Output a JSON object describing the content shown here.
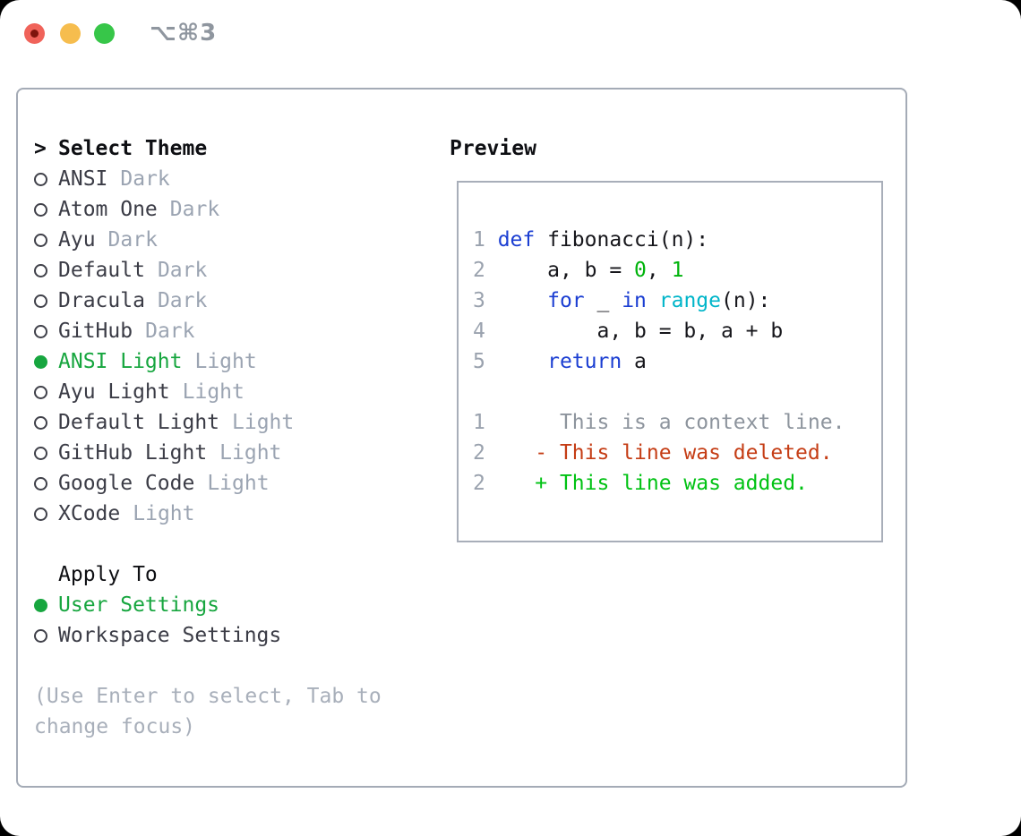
{
  "window": {
    "title": "⌥⌘3"
  },
  "theme_list": {
    "prompt": ">",
    "header": "Select Theme",
    "items": [
      {
        "name": "ANSI",
        "variant": "Dark",
        "selected": false
      },
      {
        "name": "Atom One",
        "variant": "Dark",
        "selected": false
      },
      {
        "name": "Ayu",
        "variant": "Dark",
        "selected": false
      },
      {
        "name": "Default",
        "variant": "Dark",
        "selected": false
      },
      {
        "name": "Dracula",
        "variant": "Dark",
        "selected": false
      },
      {
        "name": "GitHub",
        "variant": "Dark",
        "selected": false
      },
      {
        "name": "ANSI Light",
        "variant": "Light",
        "selected": true
      },
      {
        "name": "Ayu Light",
        "variant": "Light",
        "selected": false
      },
      {
        "name": "Default Light",
        "variant": "Light",
        "selected": false
      },
      {
        "name": "GitHub Light",
        "variant": "Light",
        "selected": false
      },
      {
        "name": "Google Code",
        "variant": "Light",
        "selected": false
      },
      {
        "name": "XCode",
        "variant": "Light",
        "selected": false
      }
    ]
  },
  "apply_to": {
    "header": "Apply To",
    "options": [
      {
        "label": "User Settings",
        "selected": true
      },
      {
        "label": "Workspace Settings",
        "selected": false
      }
    ]
  },
  "hint": "(Use Enter to select, Tab to change focus)",
  "preview": {
    "header": "Preview",
    "lines": [
      {
        "num": "1",
        "segments": [
          [
            "kw",
            "def"
          ],
          [
            "tx",
            " fibonacci(n):"
          ]
        ]
      },
      {
        "num": "2",
        "segments": [
          [
            "tx",
            "    a, b = "
          ],
          [
            "num",
            "0"
          ],
          [
            "tx",
            ", "
          ],
          [
            "num",
            "1"
          ]
        ]
      },
      {
        "num": "3",
        "segments": [
          [
            "tx",
            "    "
          ],
          [
            "kw",
            "for"
          ],
          [
            "tx",
            " _ "
          ],
          [
            "kw",
            "in"
          ],
          [
            "tx",
            " "
          ],
          [
            "fn",
            "range"
          ],
          [
            "tx",
            "(n):"
          ]
        ]
      },
      {
        "num": "4",
        "segments": [
          [
            "tx",
            "        a, b = b, a + b"
          ]
        ]
      },
      {
        "num": "5",
        "segments": [
          [
            "tx",
            "    "
          ],
          [
            "kw",
            "return"
          ],
          [
            "tx",
            " a"
          ]
        ]
      },
      {
        "num": "",
        "segments": []
      },
      {
        "num": "1",
        "segments": [
          [
            "ctx",
            "     This is a context line."
          ]
        ]
      },
      {
        "num": "2",
        "segments": [
          [
            "del",
            "   - This line was deleted."
          ]
        ]
      },
      {
        "num": "2",
        "segments": [
          [
            "add",
            "   + This line was added."
          ]
        ]
      }
    ]
  },
  "colors": {
    "kw": "#1b3ed2",
    "fn": "#00b5c9",
    "num": "#00b30c",
    "tx": "#16161b",
    "ctx": "#8d949d",
    "del": "#c53d15",
    "add": "#00c213",
    "ln": "#9aa2ae",
    "sel": "#17a63f",
    "name": "#3b3c46",
    "variant": "#9ba4b2",
    "radio": "#3f4049",
    "hdr": "#0e0f13",
    "hint": "#a8afba",
    "panel_border": "#a4abb6",
    "box_border": "#a8aeb9",
    "title": "#8f969f",
    "tl_red": "#f0635a",
    "tl_red_dot": "#7e150d",
    "tl_yellow": "#f6bd4e",
    "tl_green": "#37c649"
  }
}
